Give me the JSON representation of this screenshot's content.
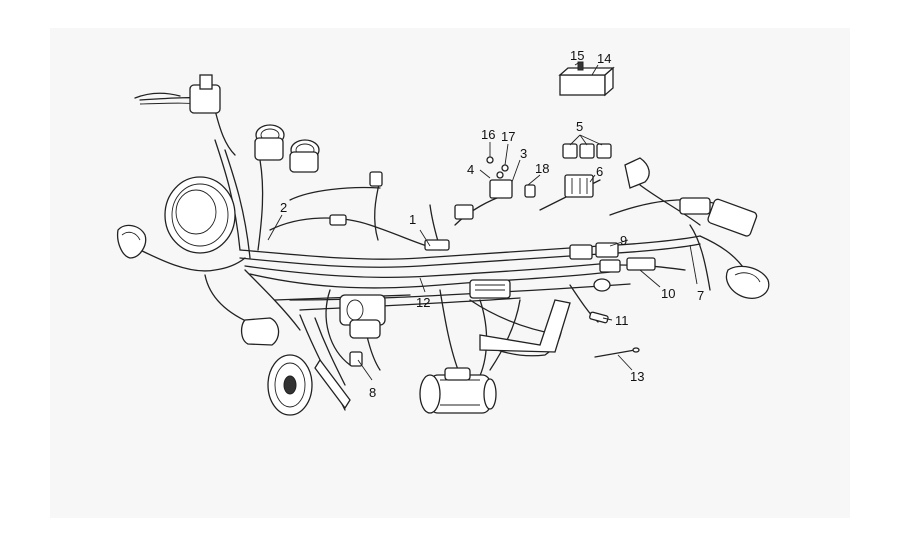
{
  "diagram": {
    "callouts": [
      "1",
      "2",
      "3",
      "4",
      "5",
      "6",
      "7",
      "8",
      "9",
      "10",
      "11",
      "12",
      "13",
      "14",
      "15",
      "16",
      "17",
      "18"
    ]
  },
  "colors": {
    "line": "#222222",
    "background": "#f7f7f7"
  }
}
